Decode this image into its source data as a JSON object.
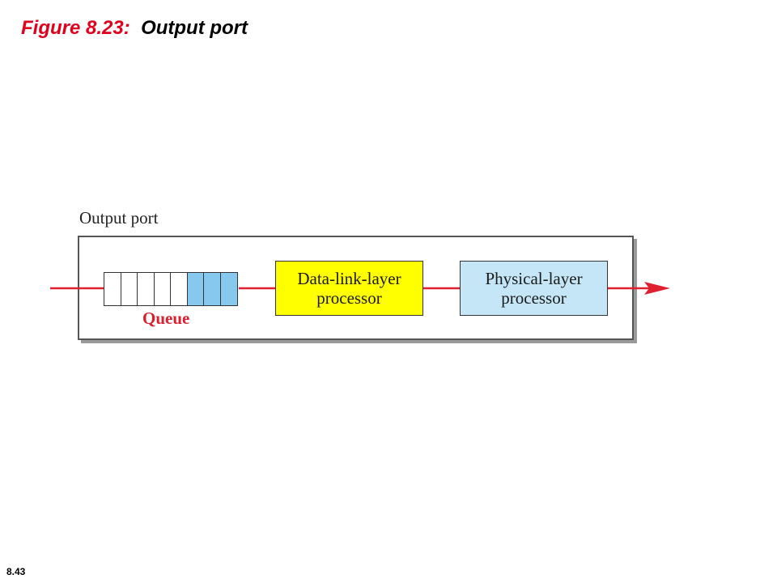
{
  "figure": {
    "number": "Figure 8.23:",
    "title": "Output port"
  },
  "diagram": {
    "port_label": "Output port",
    "queue": {
      "label": "Queue",
      "cells_empty": 5,
      "cells_filled": 3
    },
    "data_link_processor": {
      "line1": "Data-link-layer",
      "line2": "processor"
    },
    "physical_processor": {
      "line1": "Physical-layer",
      "line2": "processor"
    }
  },
  "colors": {
    "title_number": "#e0001b",
    "flow_arrow": "#e02030",
    "queue_filled": "#87c9ee",
    "data_link_fill": "#ffff00",
    "physical_fill": "#c5e6f7",
    "queue_label": "#d9202f"
  },
  "page_number": "8.43"
}
